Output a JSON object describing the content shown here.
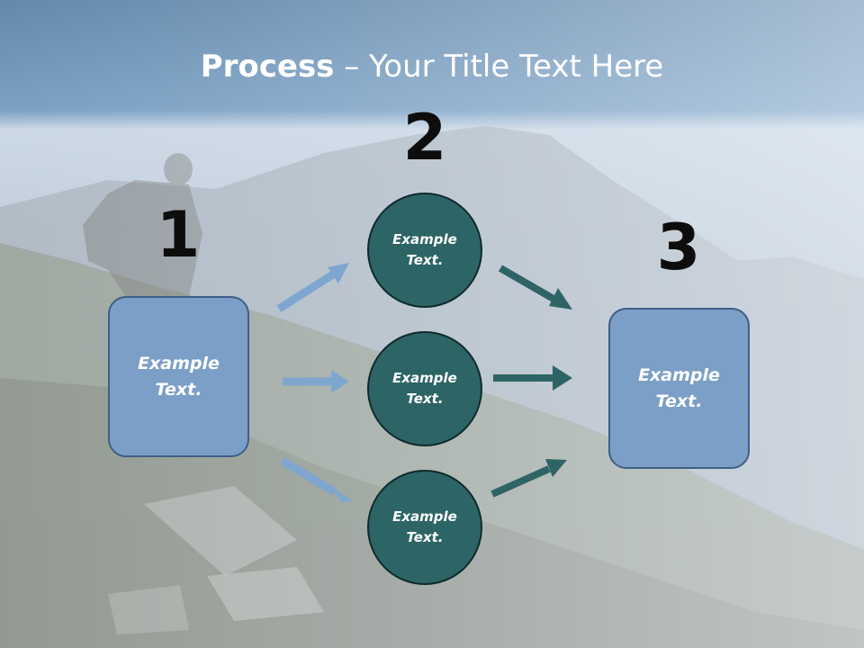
{
  "slide": {
    "title_bold": "Process",
    "title_rest": " – Your Title Text Here"
  },
  "steps": [
    {
      "number": "1",
      "label": "Example\nText."
    },
    {
      "number": "2",
      "labels": [
        "Example\nText.",
        "Example\nText.",
        "Example\nText."
      ]
    },
    {
      "number": "3",
      "label": "Example\nText."
    }
  ],
  "colors": {
    "title_band": "#5b86ad",
    "box_fill": "#7c9fc7",
    "circle_fill": "#2d6466",
    "arrow_light": "#7fa6cf",
    "arrow_dark": "#2e6466"
  }
}
